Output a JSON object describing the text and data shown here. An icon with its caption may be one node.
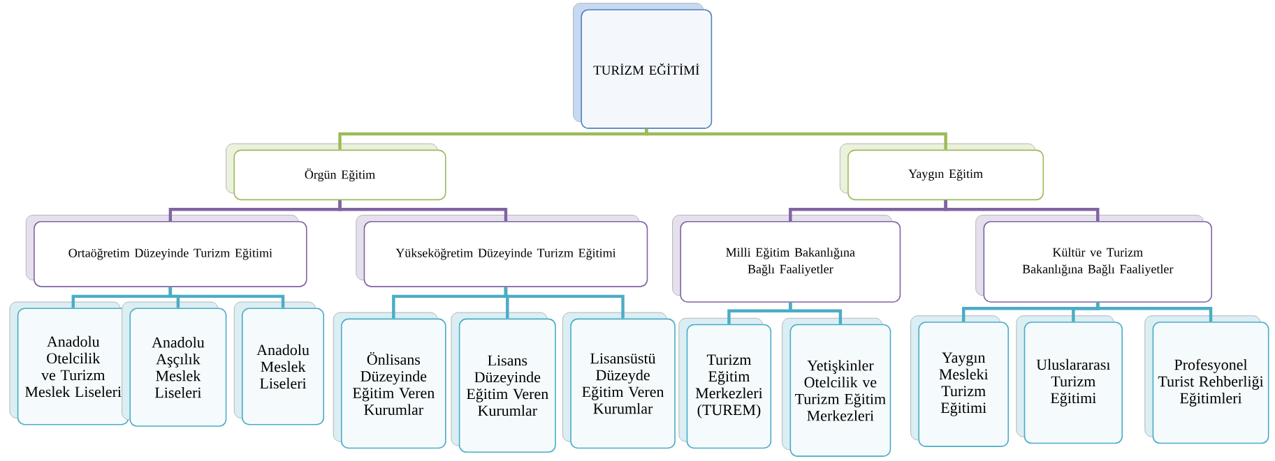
{
  "diagram": {
    "nodes": [
      {
        "text": [
          "TURİZM EĞİTİMİ"
        ]
      },
      {
        "text": [
          "Örgün Eğitim"
        ]
      },
      {
        "text": [
          "Yaygın Eğitim"
        ]
      },
      {
        "text": [
          "Ortaöğretim Düzeyinde Turizm Eğitimi"
        ]
      },
      {
        "text": [
          "Yükseköğretim Düzeyinde Turizm Eğitimi"
        ]
      },
      {
        "text": [
          "Milli Eğitim Bakanlığına Bağlı Faaliyetler"
        ]
      },
      {
        "text": [
          "Kültür ve Turizm Bakanlığına Bağlı Faaliyetler"
        ]
      },
      {
        "text": [
          "Anadolu Otelcilik ve Turizm Meslek Liseleri"
        ]
      },
      {
        "text": [
          "Anadolu Aşçılık Meslek Liseleri"
        ]
      },
      {
        "text": [
          "Anadolu Meslek Liseleri"
        ]
      },
      {
        "text": [
          "Önlisans Düzeyinde Eğitim Veren Kurumlar"
        ]
      },
      {
        "text": [
          "Lisans Düzeyinde Eğitim Veren Kurumlar"
        ]
      },
      {
        "text": [
          "Lisansüstü Düzeyde Eğitim Veren Kurumlar"
        ]
      },
      {
        "text": [
          "Turizm Eğitim Merkezleri (TUREM)"
        ]
      },
      {
        "text": [
          "Yetişkinler Otelcilik ve Turizm Eğitim Merkezleri"
        ]
      },
      {
        "text": [
          "Yaygın Mesleki Turizm Eğitimi"
        ]
      },
      {
        "text": [
          "Uluslararası Turizm Eğitimi"
        ]
      },
      {
        "text": [
          "Profesyonel Turist Rehberliği Eğitimleri"
        ]
      }
    ],
    "edges": [
      {
        "from": 0,
        "to": 1,
        "arrow": "none",
        "color": "#9bbb59"
      },
      {
        "from": 0,
        "to": 2,
        "arrow": "none",
        "color": "#9bbb59"
      },
      {
        "from": 1,
        "to": 3,
        "arrow": "none",
        "color": "#8064a2"
      },
      {
        "from": 1,
        "to": 4,
        "arrow": "none",
        "color": "#8064a2"
      },
      {
        "from": 2,
        "to": 5,
        "arrow": "none",
        "color": "#8064a2"
      },
      {
        "from": 2,
        "to": 6,
        "arrow": "none",
        "color": "#8064a2"
      },
      {
        "from": 3,
        "to": 7,
        "arrow": "none"
      },
      {
        "from": 3,
        "to": 8,
        "arrow": "none"
      },
      {
        "from": 3,
        "to": 9,
        "arrow": "none"
      },
      {
        "from": 4,
        "to": 10,
        "arrow": "none"
      },
      {
        "from": 4,
        "to": 11,
        "arrow": "none"
      },
      {
        "from": 4,
        "to": 12,
        "arrow": "none"
      },
      {
        "from": 5,
        "to": 13,
        "arrow": "none"
      },
      {
        "from": 5,
        "to": 14,
        "arrow": "none"
      },
      {
        "from": 6,
        "to": 15,
        "arrow": "none"
      },
      {
        "from": 6,
        "to": 16,
        "arrow": "none"
      },
      {
        "from": 6,
        "to": 17,
        "arrow": "none"
      }
    ]
  }
}
